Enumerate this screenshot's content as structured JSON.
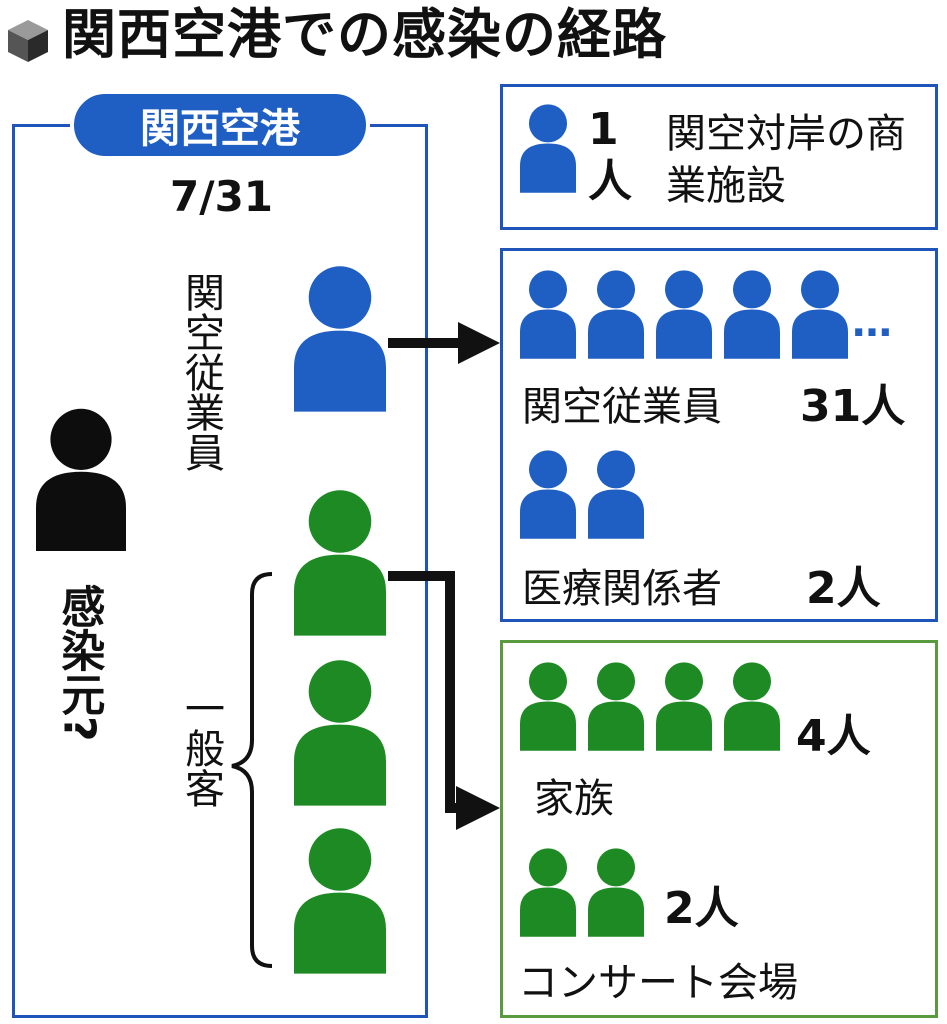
{
  "title": "関西空港での感染の経路",
  "airport": {
    "badge": "関西空港",
    "date": "7/31",
    "staff_label": "関空従業員",
    "general_label": "一般客"
  },
  "source": {
    "label": "感染元?"
  },
  "facility": {
    "count": "1人",
    "label": "関空対岸の商業施設"
  },
  "staff_group": {
    "label": "関空従業員",
    "count": "31人",
    "ellipsis": "…"
  },
  "medical": {
    "label": "医療関係者",
    "count": "2人"
  },
  "family": {
    "label": "家族",
    "count": "4人"
  },
  "concert": {
    "label": "コンサート会場",
    "count": "2人"
  },
  "colors": {
    "blue": "#1f5fc4",
    "green": "#1e8a24",
    "black": "#0d0d0d",
    "blue_border": "#1f55b8",
    "green_border": "#5a9a3e"
  }
}
